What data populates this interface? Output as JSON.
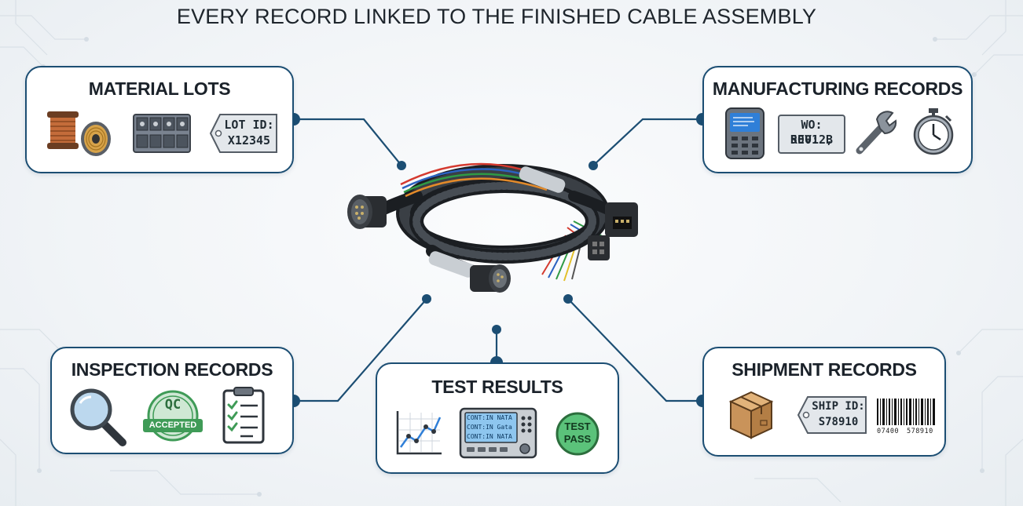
{
  "title": "EVERY RECORD LINKED TO THE FINISHED CABLE ASSEMBLY",
  "colors": {
    "accent": "#1c4e73",
    "test_pass": "#3aa860",
    "qc_badge": "#3f9b57"
  },
  "cards": {
    "material_lots": {
      "title": "MATERIAL LOTS",
      "lot_line1": "LOT ID:",
      "lot_line2": "X12345"
    },
    "manufacturing_records": {
      "title": "MANUFACTURING RECORDS",
      "wo_line1": "WO: 50012,",
      "wo_line2": "REV: B"
    },
    "inspection_records": {
      "title": "INSPECTION RECORDS",
      "qc_top": "QC",
      "qc_banner": "ACCEPTED"
    },
    "test_results": {
      "title": "TEST RESULTS",
      "monitor_lines": [
        "CONT:IN  NATA",
        "CONT:IN  Gata",
        "CONT:IN  NATA"
      ],
      "pass_line1": "TEST",
      "pass_line2": "PASS"
    },
    "shipment_records": {
      "title": "SHIPMENT RECORDS",
      "ship_line1": "SHIP ID:",
      "ship_line2": "S78910",
      "barcode_left": "07400",
      "barcode_right": "578910"
    }
  },
  "icons": [
    "wire-spool-icon",
    "wire-spool-icon",
    "terminal-block-icon",
    "tag-icon",
    "handheld-scanner-icon",
    "work-order-label-icon",
    "wrench-icon",
    "stopwatch-icon",
    "magnifier-icon",
    "qc-accepted-badge-icon",
    "checklist-clipboard-icon",
    "line-chart-icon",
    "test-monitor-icon",
    "test-pass-badge-icon",
    "cardboard-box-icon",
    "tag-icon",
    "barcode-icon",
    "cable-assembly-icon"
  ]
}
